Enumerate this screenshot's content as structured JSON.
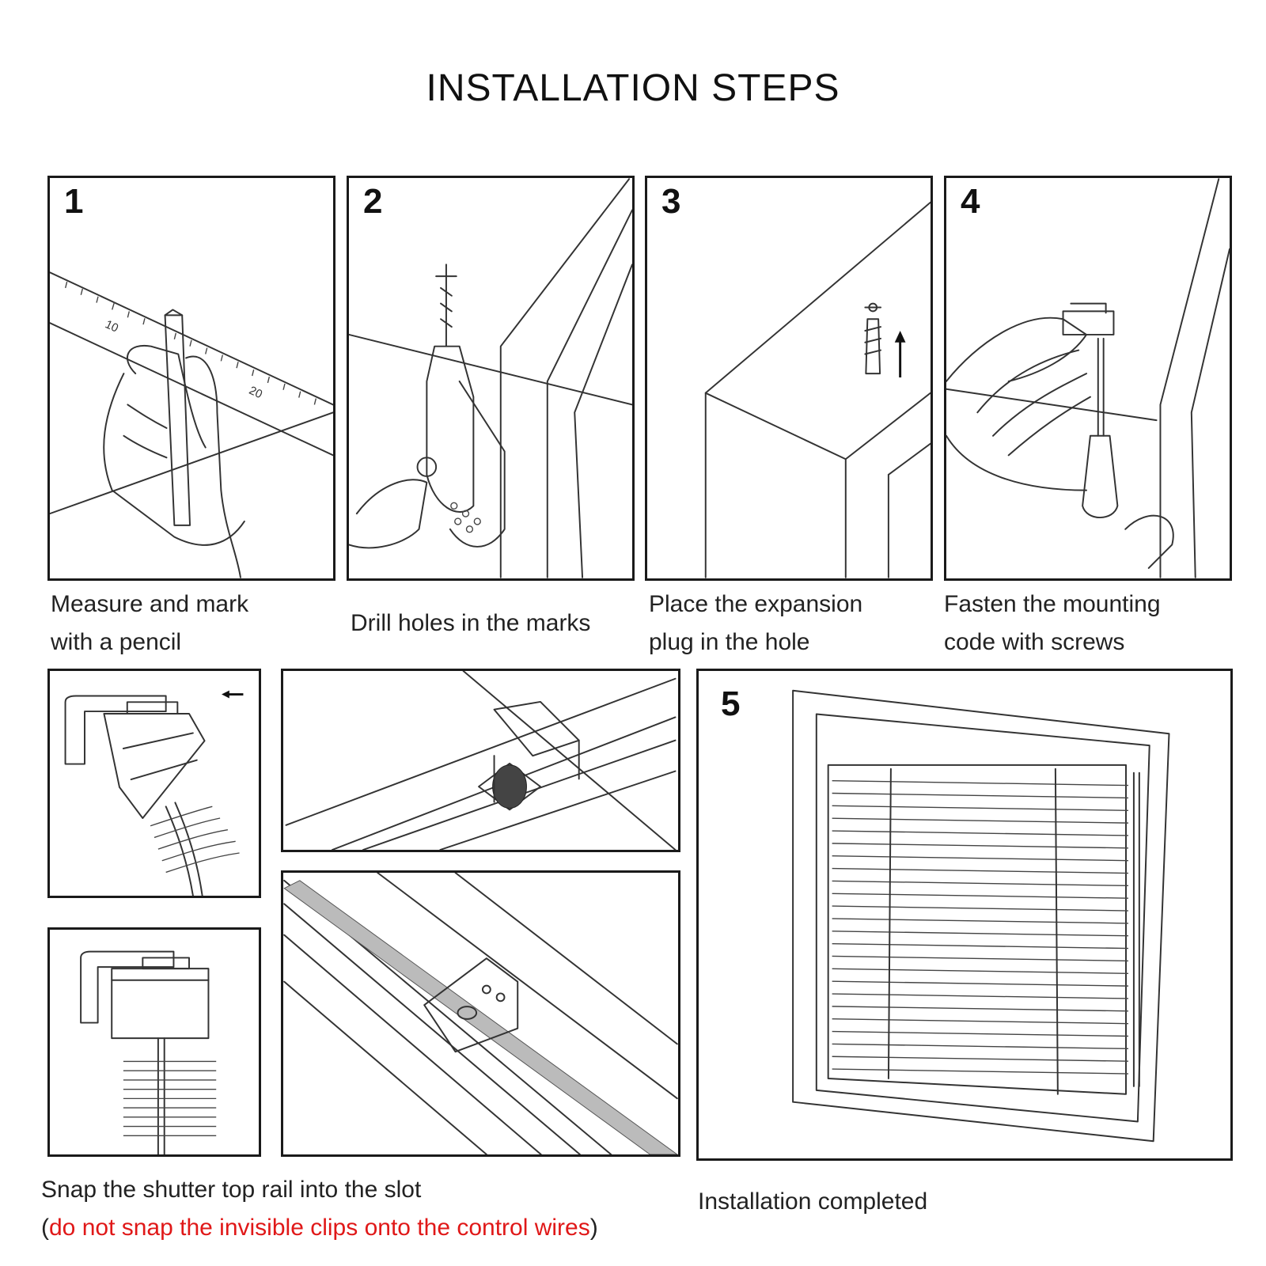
{
  "title": "INSTALLATION STEPS",
  "steps": [
    {
      "number": "1",
      "line1": "Measure and mark",
      "line2": "with a pencil"
    },
    {
      "number": "2",
      "line1": "Drill holes in the marks"
    },
    {
      "number": "3",
      "line1": "Place the expansion",
      "line2": "plug in the hole"
    },
    {
      "number": "4",
      "line1": "Fasten the mounting",
      "line2": "code with screws"
    }
  ],
  "ruler": {
    "label_10": "10",
    "label_20": "20"
  },
  "snap": {
    "line1": "Snap the shutter top rail into the slot",
    "paren_open": "(",
    "warning": "do not snap the invisible clips onto the control wires",
    "paren_close": ")"
  },
  "final": {
    "number": "5",
    "caption": "Installation completed"
  },
  "colors": {
    "warning": "#e01818",
    "border": "#1a1a1a"
  }
}
